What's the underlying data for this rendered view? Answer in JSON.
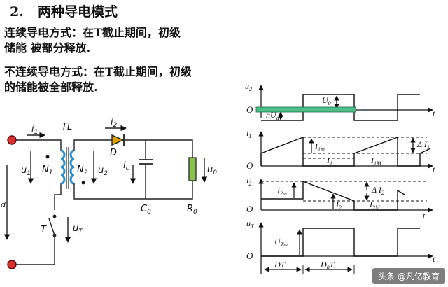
{
  "title": {
    "number": "2.",
    "text": "两种导电模式"
  },
  "paragraphs": [
    {
      "line1": "连续导电方式：在T截止期间，初级",
      "line2": "储能 被部分释放."
    },
    {
      "line1": "不连续导电方式：在T截止期间，初级",
      "line2": "的储能被全部释放."
    }
  ],
  "circuit_labels": {
    "i1": "i",
    "i1_sub": "1",
    "TL": "TL",
    "i2": "i",
    "i2_sub": "2",
    "D": "D",
    "u1": "u",
    "u1_sub": "1",
    "N1": "N",
    "N1_sub": "1",
    "N2": "N",
    "N2_sub": "2",
    "u2": "u",
    "u2_sub": "2",
    "ic": "i",
    "ic_sub": "c",
    "u0": "u",
    "u0_sub": "0",
    "C0": "C",
    "C0_sub": "0",
    "R0": "R",
    "R0_sub": "0",
    "T": "T",
    "uT": "u",
    "uT_sub": "T",
    "Ud": "d"
  },
  "waveform_labels": {
    "u2_axis": "u",
    "u2_axis_sub": "2",
    "O": "O",
    "U0": "U",
    "U0_sub": "0",
    "nUd": "nU",
    "nUd_sub": "d",
    "t": "t",
    "i1_axis": "i",
    "i1_axis_sub": "1",
    "I1m": "I",
    "I1m_sub": "1m",
    "dI1": "Δ I",
    "dI1_sub": "1",
    "I1": "I",
    "I1_sub": "1",
    "I1M": "I",
    "I1M_sub": "1M",
    "i2_axis": "i",
    "i2_axis_sub": "2",
    "I2m": "I",
    "I2m_sub": "2m",
    "dI2": "Δ I",
    "dI2_sub": "2",
    "I2": "I",
    "I2_sub": "2",
    "I2M": "I",
    "I2M_sub": "2M",
    "uT_axis": "u",
    "uT_axis_sub": "T",
    "UTm": "U",
    "UTm_sub": "Tm",
    "DT": "DT",
    "D0T": "D",
    "D0T_sub": "0",
    "D0T_tail": "T"
  },
  "watermark": "头条 @凡亿教育",
  "colors": {
    "coil": "#2a90d0",
    "highlight": "#4cc088",
    "resistor": "#8bc34a",
    "node": "#d33030",
    "diode": "#e0a000"
  }
}
